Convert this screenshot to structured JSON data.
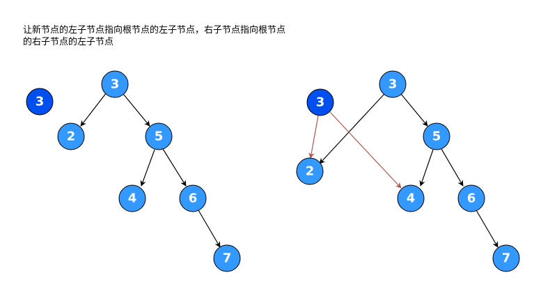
{
  "caption": {
    "line1": "让新节点的左子节点指向根节点的左子节点，右子节点指向根节点",
    "line2": "的右子节点的左子节点"
  },
  "colors": {
    "node_fill": "#3399ff",
    "new_node_fill": "#0050ef",
    "node_stroke": "#000000",
    "edge": "#000000",
    "new_edge": "#b85450"
  },
  "before": {
    "new_node": {
      "label": "3"
    },
    "nodes": [
      {
        "id": "root",
        "label": "3"
      },
      {
        "id": "n2",
        "label": "2"
      },
      {
        "id": "n5",
        "label": "5"
      },
      {
        "id": "n4",
        "label": "4"
      },
      {
        "id": "n6",
        "label": "6"
      },
      {
        "id": "n7",
        "label": "7"
      }
    ]
  },
  "after": {
    "new_node": {
      "label": "3"
    },
    "nodes": [
      {
        "id": "root",
        "label": "3"
      },
      {
        "id": "n2",
        "label": "2"
      },
      {
        "id": "n5",
        "label": "5"
      },
      {
        "id": "n4",
        "label": "4"
      },
      {
        "id": "n6",
        "label": "6"
      },
      {
        "id": "n7",
        "label": "7"
      }
    ]
  }
}
